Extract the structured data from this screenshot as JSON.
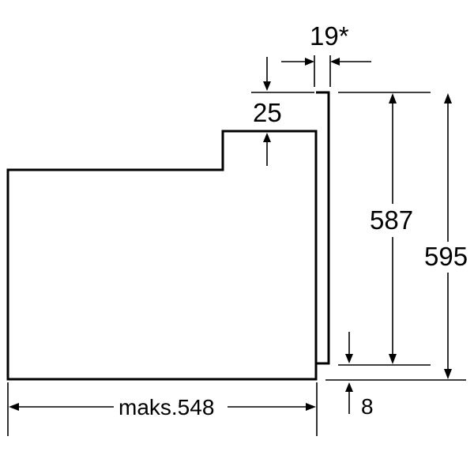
{
  "labels": {
    "top_gap": "19*",
    "step": "25",
    "inner_height": "587",
    "total_height": "595",
    "bottom_gap": "8",
    "depth": "maks.548"
  }
}
